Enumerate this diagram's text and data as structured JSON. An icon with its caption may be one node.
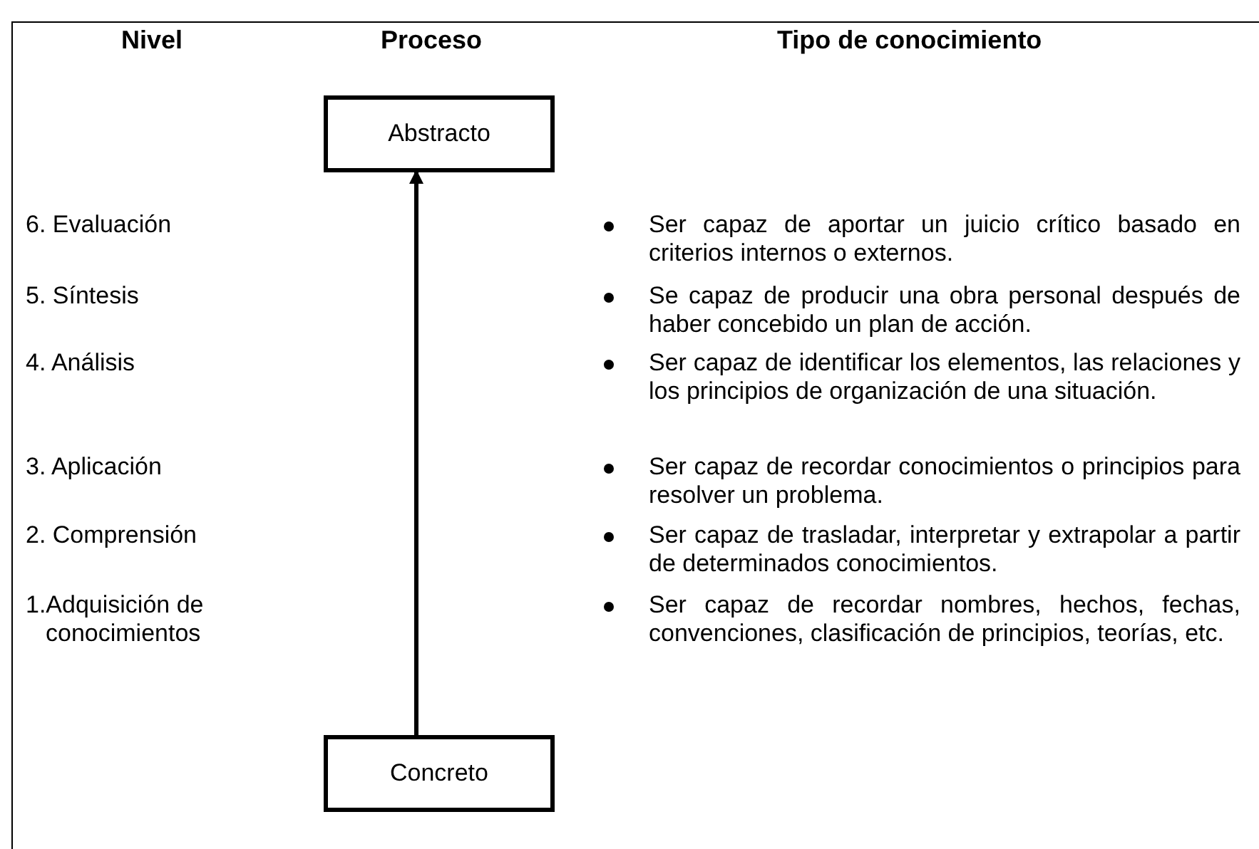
{
  "diagram": {
    "nodes": [
      {
        "text": [
          "Abstracto"
        ]
      },
      {
        "text": [
          "Concreto"
        ]
      }
    ],
    "edges": [
      {
        "from": 1,
        "to": 0,
        "arrow": "to"
      }
    ],
    "labels": [
      "Nivel",
      "Proceso",
      "Tipo de conocimiento",
      "6. Evaluación",
      "Ser capaz de aportar un juicio crítico basado en criterios internos o externos.",
      "5. Síntesis",
      "Se capaz de producir una obra personal después de haber concebido un plan de acción.",
      "4. Análisis",
      "Ser capaz de identificar los elementos, las relaciones y los principios de organización de una situación.",
      "3. Aplicación",
      "Ser capaz de recordar conocimientos o principios para resolver un problema.",
      "2. Comprensión",
      "Ser capaz de trasladar, interpretar y extrapolar a partir de determinados conocimientos.",
      "1.Adquisición de conocimientos",
      "Ser capaz de recordar nombres, hechos, fechas, convenciones, clasificación de principios, teorías, etc."
    ]
  }
}
